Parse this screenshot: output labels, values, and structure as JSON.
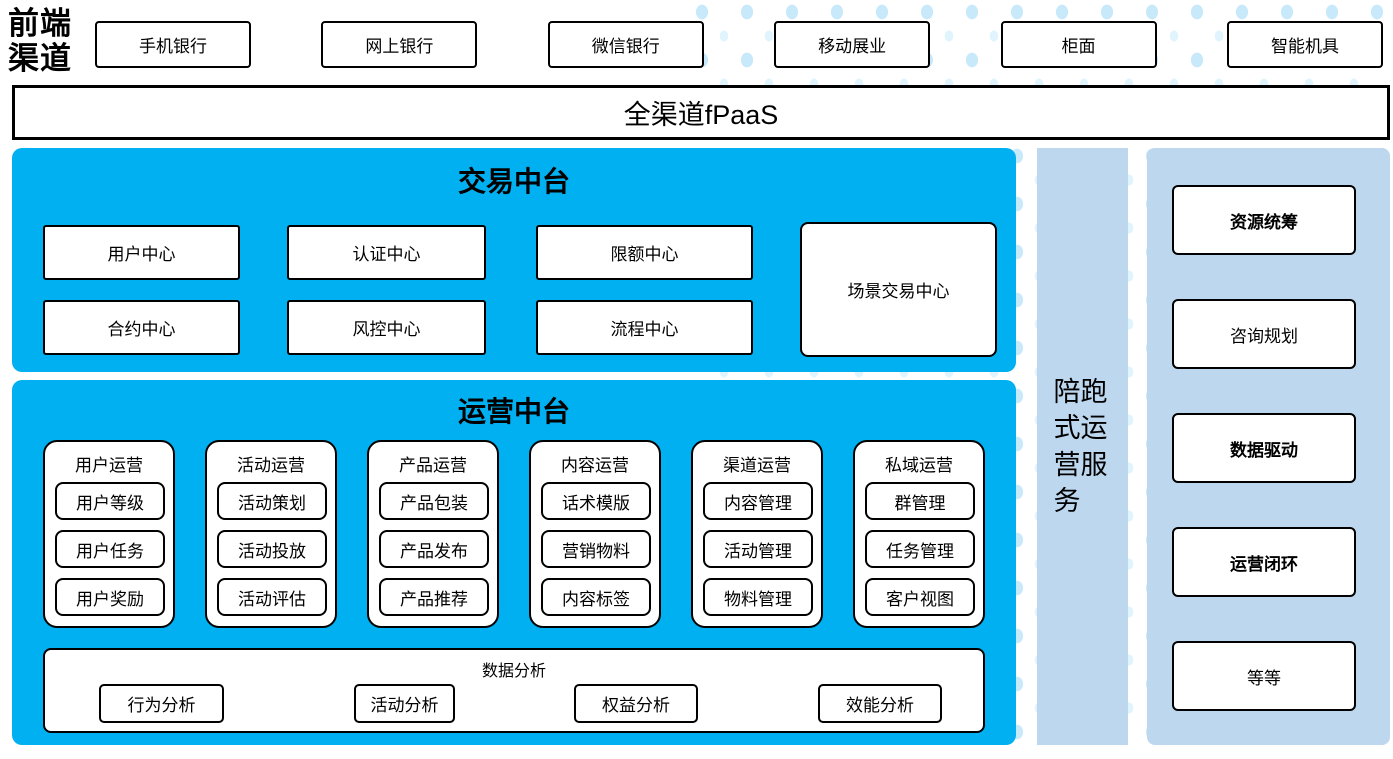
{
  "front_channels": {
    "label": "前端渠道",
    "items": [
      "手机银行",
      "网上银行",
      "微信银行",
      "移动展业",
      "柜面",
      "智能机具"
    ]
  },
  "fpaas_bar": {
    "label": "全渠道fPaaS"
  },
  "trade_platform": {
    "title": "交易中台",
    "centers": [
      "用户中心",
      "认证中心",
      "限额中心",
      "合约中心",
      "风控中心",
      "流程中心"
    ],
    "scene_center": "场景交易中心"
  },
  "ops_platform": {
    "title": "运营中台",
    "groups": [
      {
        "title": "用户运营",
        "items": [
          "用户等级",
          "用户任务",
          "用户奖励"
        ]
      },
      {
        "title": "活动运营",
        "items": [
          "活动策划",
          "活动投放",
          "活动评估"
        ]
      },
      {
        "title": "产品运营",
        "items": [
          "产品包装",
          "产品发布",
          "产品推荐"
        ]
      },
      {
        "title": "内容运营",
        "items": [
          "话术模版",
          "营销物料",
          "内容标签"
        ]
      },
      {
        "title": "渠道运营",
        "items": [
          "内容管理",
          "活动管理",
          "物料管理"
        ]
      },
      {
        "title": "私域运营",
        "items": [
          "群管理",
          "任务管理",
          "客户视图"
        ]
      }
    ],
    "analysis": {
      "title": "数据分析",
      "items": [
        "行为分析",
        "活动分析",
        "权益分析",
        "效能分析"
      ]
    }
  },
  "side_service": {
    "label": "陪跑式运营服务"
  },
  "right_panel": {
    "items": [
      "资源统筹",
      "咨询规划",
      "数据驱动",
      "运营闭环",
      "等等"
    ]
  },
  "colors": {
    "bright_blue": "#00B0F0",
    "light_blue": "#BDD7EE",
    "dot_blue": "#C7E9F9"
  }
}
